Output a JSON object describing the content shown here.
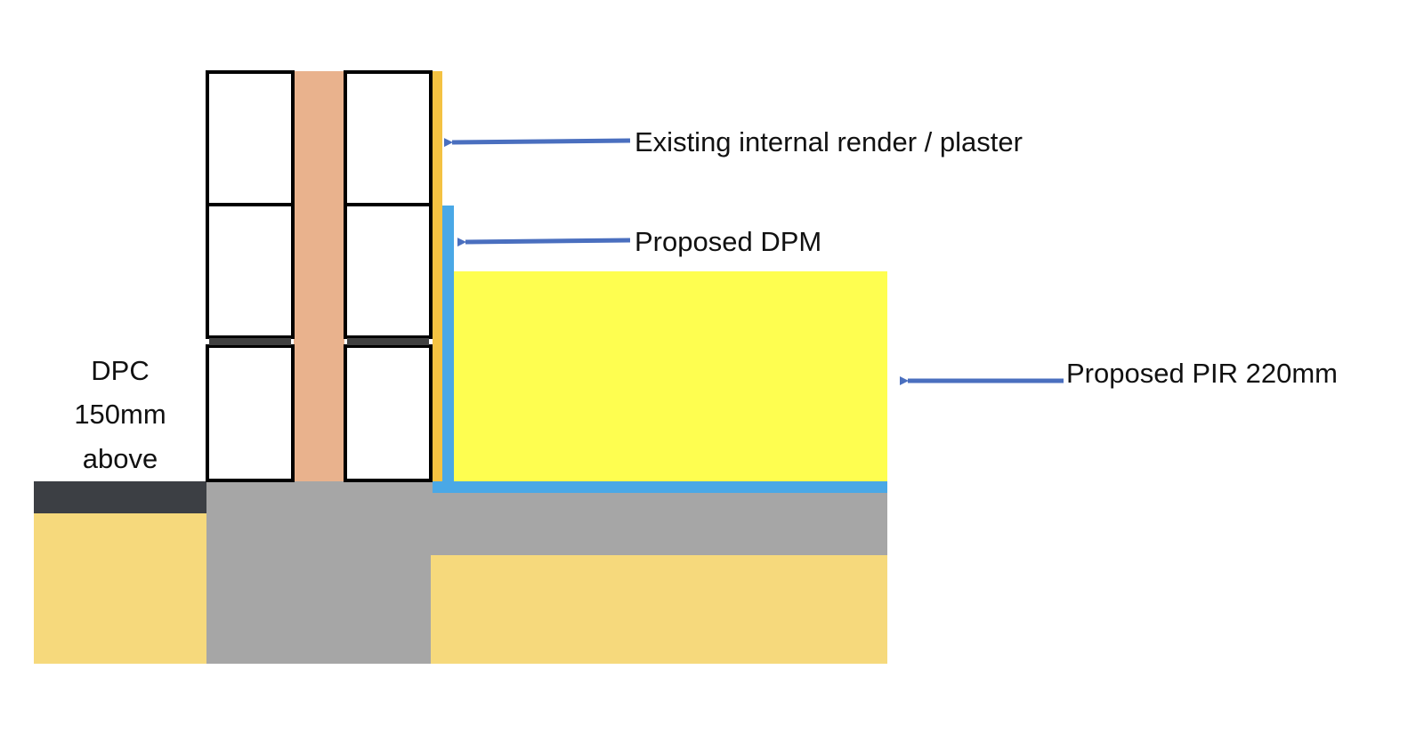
{
  "labels": {
    "render": "Existing internal render / plaster",
    "dpm": "Proposed DPM",
    "pir": "Proposed PIR 220mm",
    "dpc_line1": "DPC",
    "dpc_line2": "150mm",
    "dpc_line3": "above"
  },
  "colors": {
    "brick_fill": "#ffffff",
    "cavity": "#e9b28d",
    "render": "#f4c242",
    "dpm": "#4aa8e6",
    "pir": "#fefe50",
    "concrete": "#a6a6a6",
    "ground": "#f6d97c",
    "dpc_band": "#3c3f44",
    "mortar_dpc": "#404040",
    "arrow": "#4a6fbf"
  }
}
